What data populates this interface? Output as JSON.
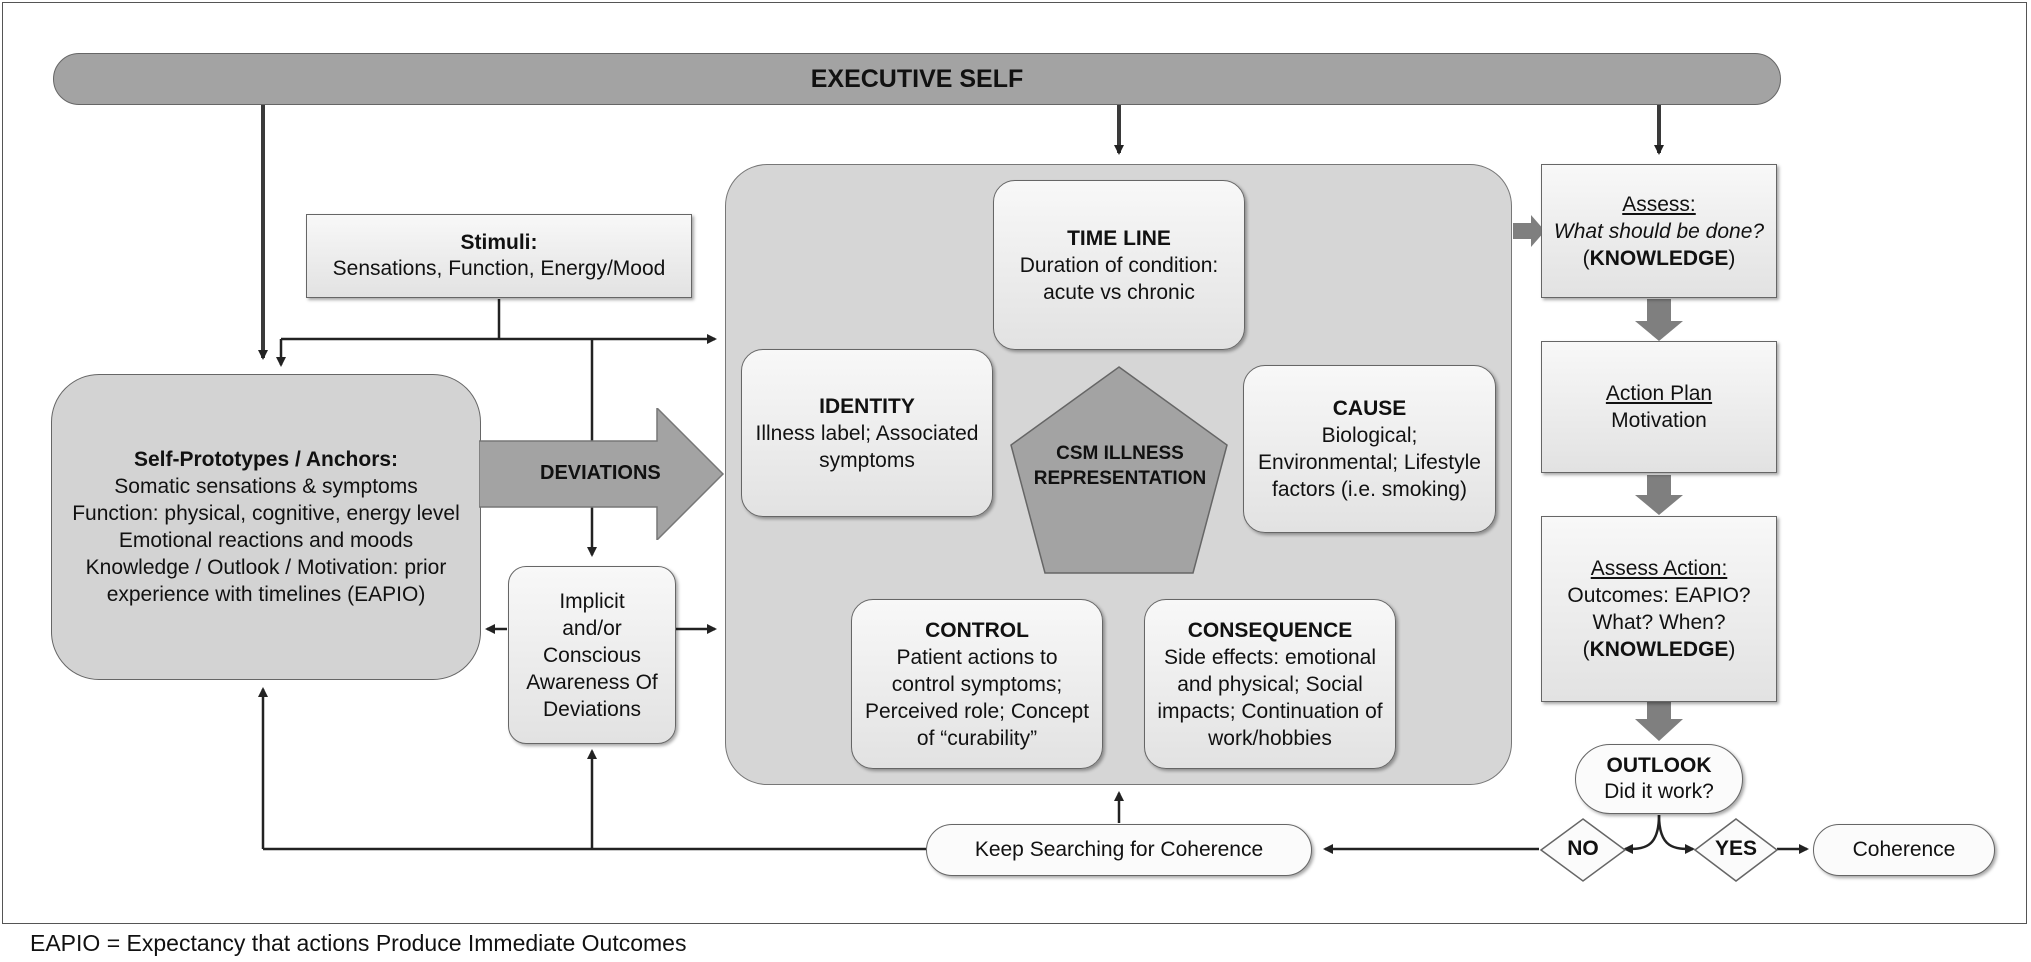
{
  "executive_self": "EXECUTIVE SELF",
  "stimuli": {
    "title": "Stimuli:",
    "text": "Sensations, Function, Energy/Mood"
  },
  "self_prototypes": {
    "title": "Self-Prototypes / Anchors:",
    "lines": [
      "Somatic sensations & symptoms",
      "Function: physical, cognitive, energy level",
      "Emotional reactions and moods",
      "Knowledge / Outlook / Motivation: prior",
      "experience with timelines (EAPIO)"
    ]
  },
  "deviations": "DEVIATIONS",
  "awareness": {
    "lines": [
      "Implicit",
      "and/or",
      "Conscious",
      "Awareness Of",
      "Deviations"
    ]
  },
  "timeline": {
    "title": "TIME LINE",
    "lines": [
      "Duration of condition:",
      "acute vs chronic"
    ]
  },
  "identity": {
    "title": "IDENTITY",
    "lines": [
      "Illness label; Associated",
      "symptoms"
    ]
  },
  "cause": {
    "title": "CAUSE",
    "lines": [
      "Biological;",
      "Environmental; Lifestyle",
      "factors (i.e. smoking)"
    ]
  },
  "csm": {
    "lines": [
      "CSM ILLNESS",
      "REPRESENTATION"
    ]
  },
  "control": {
    "title": "CONTROL",
    "lines": [
      "Patient actions to",
      "control symptoms;",
      "Perceived role; Concept",
      "of “curability”"
    ]
  },
  "consequence": {
    "title": "CONSEQUENCE",
    "lines": [
      "Side effects: emotional",
      "and physical; Social",
      "impacts; Continuation of",
      "work/hobbies"
    ]
  },
  "assess": {
    "title": "Assess:",
    "question": "What should be done?",
    "open": "(",
    "bold": "KNOWLEDGE",
    "close": ")"
  },
  "action_plan": {
    "title": "Action Plan",
    "text": "Motivation"
  },
  "assess_action": {
    "title": "Assess Action:",
    "lines": [
      "Outcomes: EAPIO?",
      "What? When?"
    ],
    "open": "(",
    "bold": "KNOWLEDGE",
    "close": ")"
  },
  "outlook": {
    "title": "OUTLOOK",
    "text": "Did it work?"
  },
  "no": "NO",
  "yes": "YES",
  "coherence": "Coherence",
  "keep_searching": "Keep Searching for Coherence",
  "footnote": "EAPIO = Expectancy that actions Produce Immediate Outcomes",
  "colors": {
    "bar": "#a3a3a3",
    "container": "#d6d6d6",
    "arrow_gray": "#7f7f7f",
    "pentagon": "#a3a3a3"
  }
}
